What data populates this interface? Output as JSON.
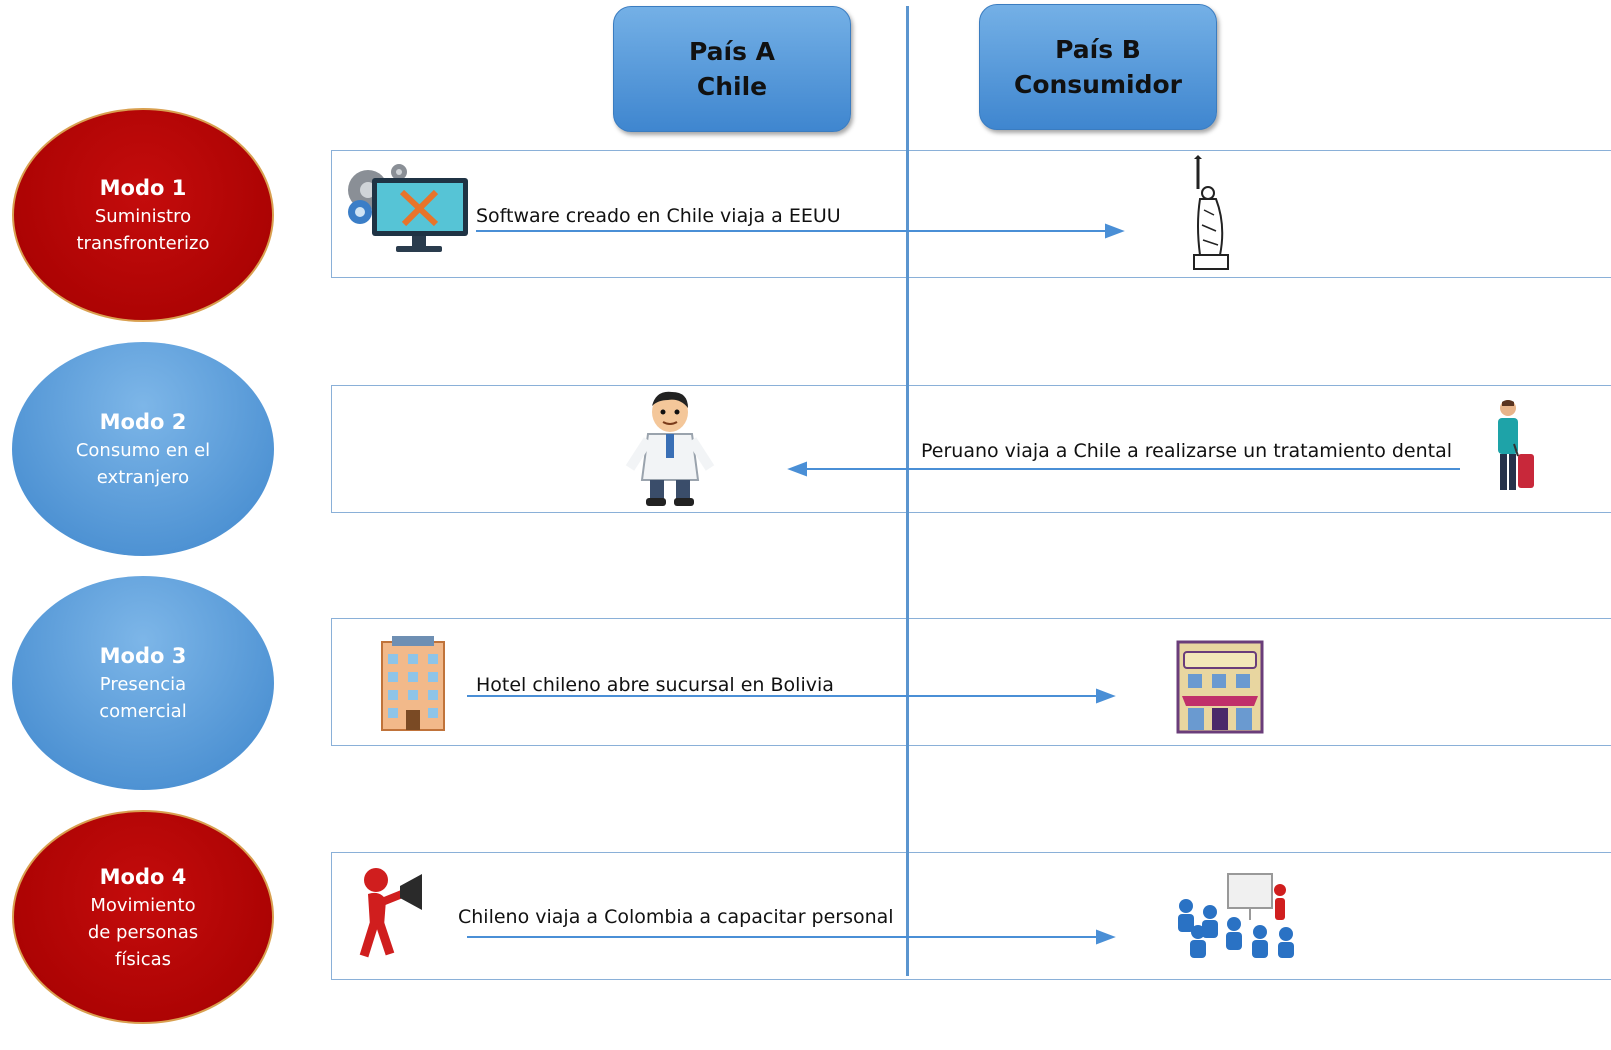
{
  "headers": {
    "country_a": {
      "line1": "País A",
      "line2": "Chile"
    },
    "country_b": {
      "line1": "País B",
      "line2": "Consumidor"
    }
  },
  "modes": [
    {
      "title": "Modo 1",
      "desc1": "Suministro",
      "desc2": "transfronterizo",
      "desc3": "",
      "color": "#b30505",
      "example": "Software creado en Chile viaja a EEUU",
      "direction": "to-b",
      "icon_a": "computer-tools-icon",
      "icon_b": "statue-of-liberty-icon"
    },
    {
      "title": "Modo 2",
      "desc1": "Consumo en el",
      "desc2": "extranjero",
      "desc3": "",
      "color": "#4a90d4",
      "example": "Peruano viaja a Chile a realizarse un tratamiento dental",
      "direction": "to-a",
      "icon_a": "dentist-icon",
      "icon_b": "traveler-icon"
    },
    {
      "title": "Modo 3",
      "desc1": "Presencia",
      "desc2": "comercial",
      "desc3": "",
      "color": "#4a90d4",
      "example": "Hotel chileno abre sucursal en Bolivia",
      "direction": "to-b",
      "icon_a": "hotel-building-icon",
      "icon_b": "hotel-branch-icon"
    },
    {
      "title": "Modo 4",
      "desc1": "Movimiento",
      "desc2": "de personas",
      "desc3": "físicas",
      "color": "#b30505",
      "example": "Chileno viaja a Colombia a capacitar personal",
      "direction": "to-b",
      "icon_a": "megaphone-person-icon",
      "icon_b": "training-class-icon"
    }
  ],
  "colors": {
    "divider": "#5b95cf",
    "arrow": "#4a8fd6",
    "box_border": "#8ab0d8"
  }
}
